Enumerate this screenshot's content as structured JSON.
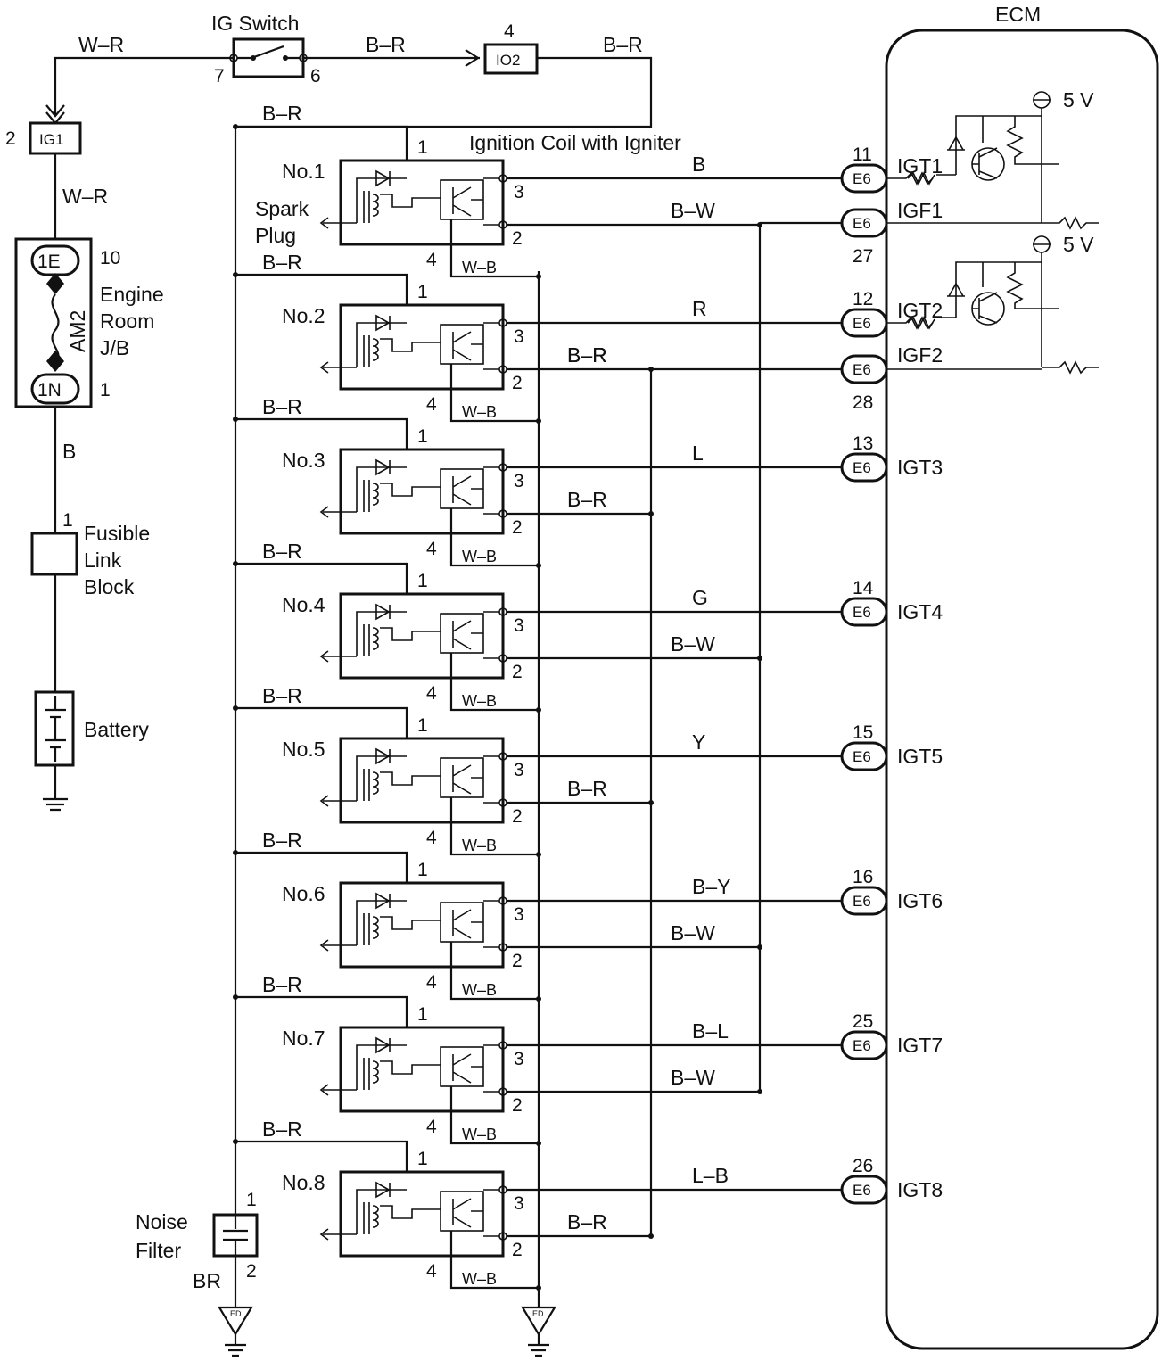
{
  "ig_switch": {
    "title": "IG Switch",
    "pin_in": "7",
    "pin_out": "6"
  },
  "top_wires": {
    "to_switch": "W–R",
    "switch_to_io2": "B–R",
    "io2_out": "B–R",
    "coil_bus": "B–R"
  },
  "io2": {
    "label": "IO2",
    "pin": "4"
  },
  "ig1": {
    "label": "IG1",
    "pin": "2"
  },
  "ig1_to_jb_wire": "W–R",
  "jb": {
    "top_conn": "1E",
    "top_pin": "10",
    "fuse": "AM2",
    "bottom_conn": "1N",
    "bottom_pin": "1",
    "label_lines": [
      "Engine",
      "Room",
      "J/B"
    ]
  },
  "jb_to_fusible_wire": "B",
  "fusible": {
    "pin": "1",
    "label_lines": [
      "Fusible",
      "Link",
      "Block"
    ]
  },
  "battery": {
    "label": "Battery"
  },
  "ignition_title": "Ignition Coil with Igniter",
  "spark_plug_lines": [
    "Spark",
    "Plug"
  ],
  "noise_filter": {
    "label_lines": [
      "Noise",
      "Filter"
    ],
    "pin_top": "1",
    "pin_bottom": "2",
    "wire": "BR"
  },
  "ground_tag": "ED",
  "ecm": {
    "title": "ECM",
    "vref": "5 V",
    "igf1": "IGF1",
    "igf2": "IGF2",
    "igf1_pin": "27",
    "igf2_pin": "28",
    "igf1_wire": "B–W",
    "igf2_wire": "B–R"
  },
  "coils": [
    {
      "name": "No.1",
      "bus": "B–R",
      "pin1": "1",
      "pin2": "2",
      "pin3": "3",
      "pin4": "4",
      "ground": "W–B",
      "igt_wire": "B",
      "igt_pin": "11",
      "igt_label": "IGT1",
      "igf_wire": "B–W",
      "igf_local": ""
    },
    {
      "name": "No.2",
      "bus": "B–R",
      "pin1": "1",
      "pin2": "2",
      "pin3": "3",
      "pin4": "4",
      "ground": "W–B",
      "igt_wire": "R",
      "igt_pin": "12",
      "igt_label": "IGT2",
      "igf_wire": "B–R",
      "igf_local": "B–R"
    },
    {
      "name": "No.3",
      "bus": "B–R",
      "pin1": "1",
      "pin2": "2",
      "pin3": "3",
      "pin4": "4",
      "ground": "W–B",
      "igt_wire": "L",
      "igt_pin": "13",
      "igt_label": "IGT3",
      "igf_wire": "B–R",
      "igf_local": ""
    },
    {
      "name": "No.4",
      "bus": "B–R",
      "pin1": "1",
      "pin2": "2",
      "pin3": "3",
      "pin4": "4",
      "ground": "W–B",
      "igt_wire": "G",
      "igt_pin": "14",
      "igt_label": "IGT4",
      "igf_wire": "B–W",
      "igf_local": ""
    },
    {
      "name": "No.5",
      "bus": "B–R",
      "pin1": "1",
      "pin2": "2",
      "pin3": "3",
      "pin4": "4",
      "ground": "W–B",
      "igt_wire": "Y",
      "igt_pin": "15",
      "igt_label": "IGT5",
      "igf_wire": "B–R",
      "igf_local": ""
    },
    {
      "name": "No.6",
      "bus": "B–R",
      "pin1": "1",
      "pin2": "2",
      "pin3": "3",
      "pin4": "4",
      "ground": "W–B",
      "igt_wire": "B–Y",
      "igt_pin": "16",
      "igt_label": "IGT6",
      "igf_wire": "B–W",
      "igf_local": ""
    },
    {
      "name": "No.7",
      "bus": "B–R",
      "pin1": "1",
      "pin2": "2",
      "pin3": "3",
      "pin4": "4",
      "ground": "W–B",
      "igt_wire": "B–L",
      "igt_pin": "25",
      "igt_label": "IGT7",
      "igf_wire": "B–W",
      "igf_local": ""
    },
    {
      "name": "No.8",
      "bus": "B–R",
      "pin1": "1",
      "pin2": "2",
      "pin3": "3",
      "pin4": "4",
      "ground": "W–B",
      "igt_wire": "L–B",
      "igt_pin": "26",
      "igt_label": "IGT8",
      "igf_wire": "B–R",
      "igf_local": ""
    }
  ],
  "connector_label": "E6"
}
